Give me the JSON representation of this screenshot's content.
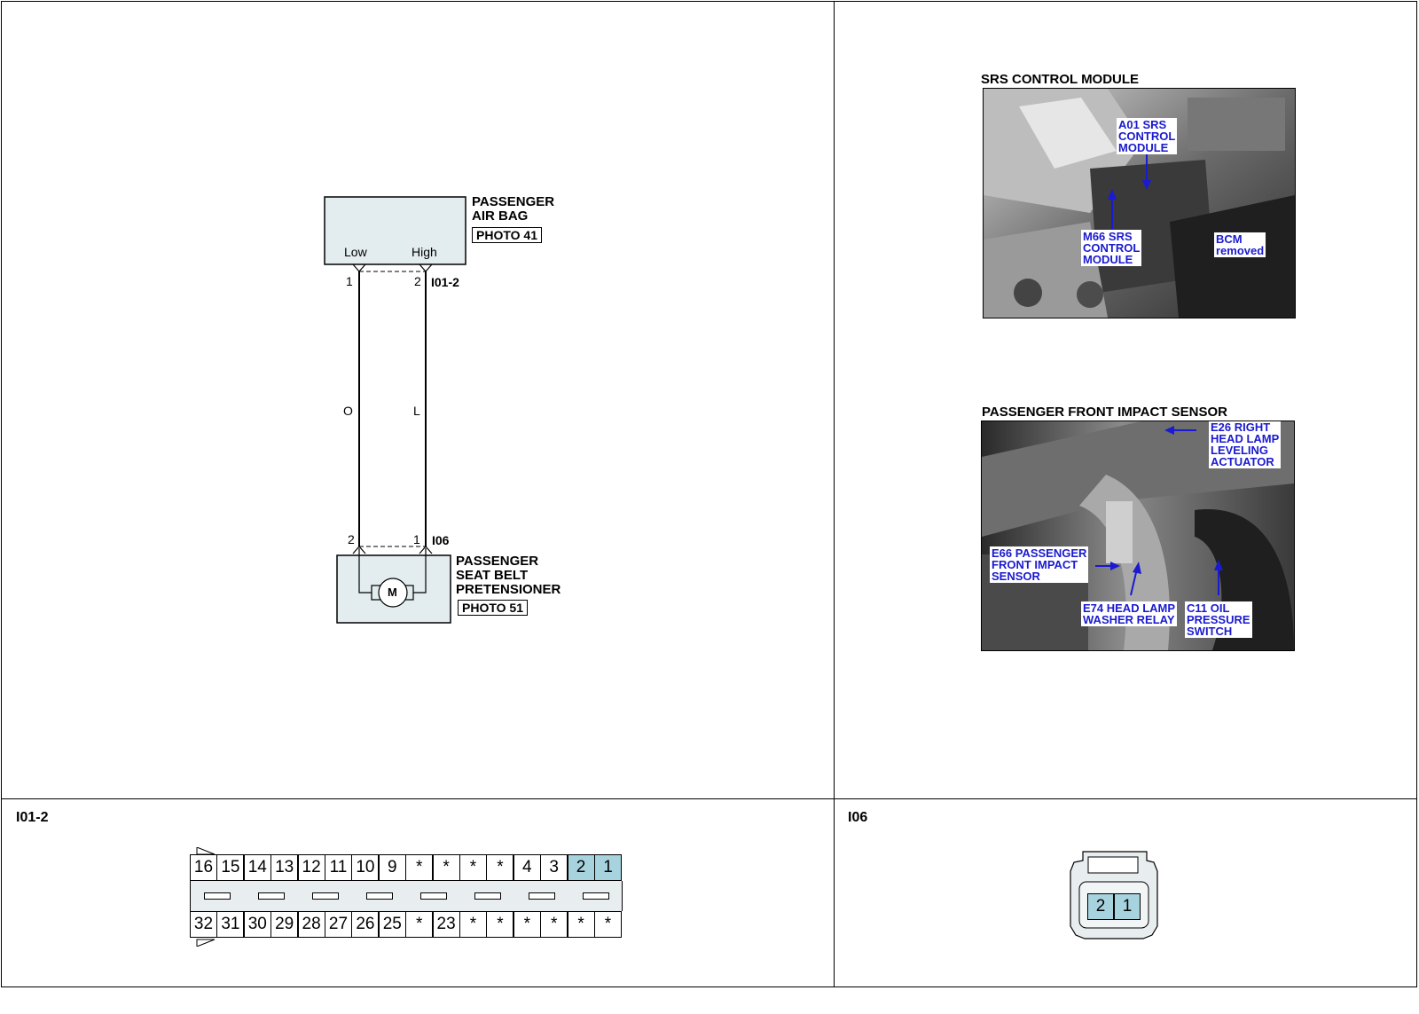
{
  "schematic": {
    "air_bag": {
      "title_line1": "PASSENGER",
      "title_line2": "AIR BAG",
      "photo": "PHOTO 41",
      "low": "Low",
      "high": "High"
    },
    "top_connector": {
      "id": "I01-2",
      "pin_left": "1",
      "pin_right": "2"
    },
    "wires": {
      "left_color": "O",
      "right_color": "L"
    },
    "bottom_connector": {
      "id": "I06",
      "pin_left": "2",
      "pin_right": "1"
    },
    "pretensioner": {
      "title_line1": "PASSENGER",
      "title_line2": "SEAT BELT",
      "title_line3": "PRETENSIONER",
      "photo": "PHOTO 51",
      "motor": "M"
    }
  },
  "photos": {
    "srs": {
      "title": "SRS CONTROL MODULE",
      "callouts": {
        "a01": [
          "A01 SRS",
          "CONTROL",
          "MODULE"
        ],
        "m66": [
          "M66 SRS",
          "CONTROL",
          "MODULE"
        ],
        "bcm": [
          "BCM",
          "removed"
        ]
      }
    },
    "impact": {
      "title": "PASSENGER FRONT IMPACT SENSOR",
      "callouts": {
        "e26": [
          "E26 RIGHT",
          "HEAD LAMP",
          "LEVELING",
          "ACTUATOR"
        ],
        "e66": [
          "E66 PASSENGER",
          "FRONT IMPACT",
          "SENSOR"
        ],
        "e74": [
          "E74 HEAD LAMP",
          "WASHER RELAY"
        ],
        "c11": [
          "C11 OIL",
          "PRESSURE",
          "SWITCH"
        ]
      }
    }
  },
  "connectors": {
    "i01": {
      "label": "I01-2",
      "top_row": [
        "16",
        "15",
        "14",
        "13",
        "12",
        "11",
        "10",
        "9",
        "*",
        "*",
        "*",
        "*",
        "4",
        "3",
        "2",
        "1"
      ],
      "bottom_row": [
        "32",
        "31",
        "30",
        "29",
        "28",
        "27",
        "26",
        "25",
        "*",
        "23",
        "*",
        "*",
        "*",
        "*",
        "*",
        "*"
      ],
      "highlighted": [
        "2",
        "1"
      ]
    },
    "i06": {
      "label": "I06",
      "pins": [
        "2",
        "1"
      ]
    }
  },
  "colors": {
    "pin_highlight": "#a7d3df",
    "box_fill": "#e3ecee",
    "callout_text": "#1a1ad0"
  }
}
